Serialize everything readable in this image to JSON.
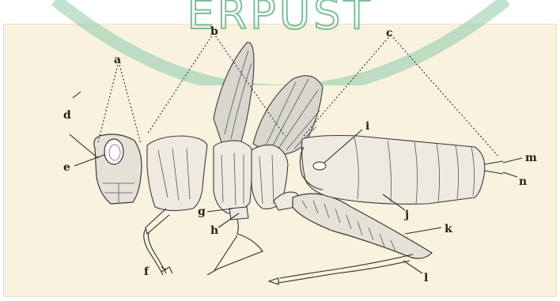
{
  "watermark": {
    "text": "ERPUST",
    "color": "#7bbf9a"
  },
  "colors": {
    "paper": "#f8f2df",
    "ink": "#2b2b2b"
  },
  "labels": {
    "a": "a",
    "b": "b",
    "c": "c",
    "d": "d",
    "e": "e",
    "f": "f",
    "g": "g",
    "h": "h",
    "i": "i",
    "j": "j",
    "k": "k",
    "l": "l",
    "m": "m",
    "n": "n"
  }
}
